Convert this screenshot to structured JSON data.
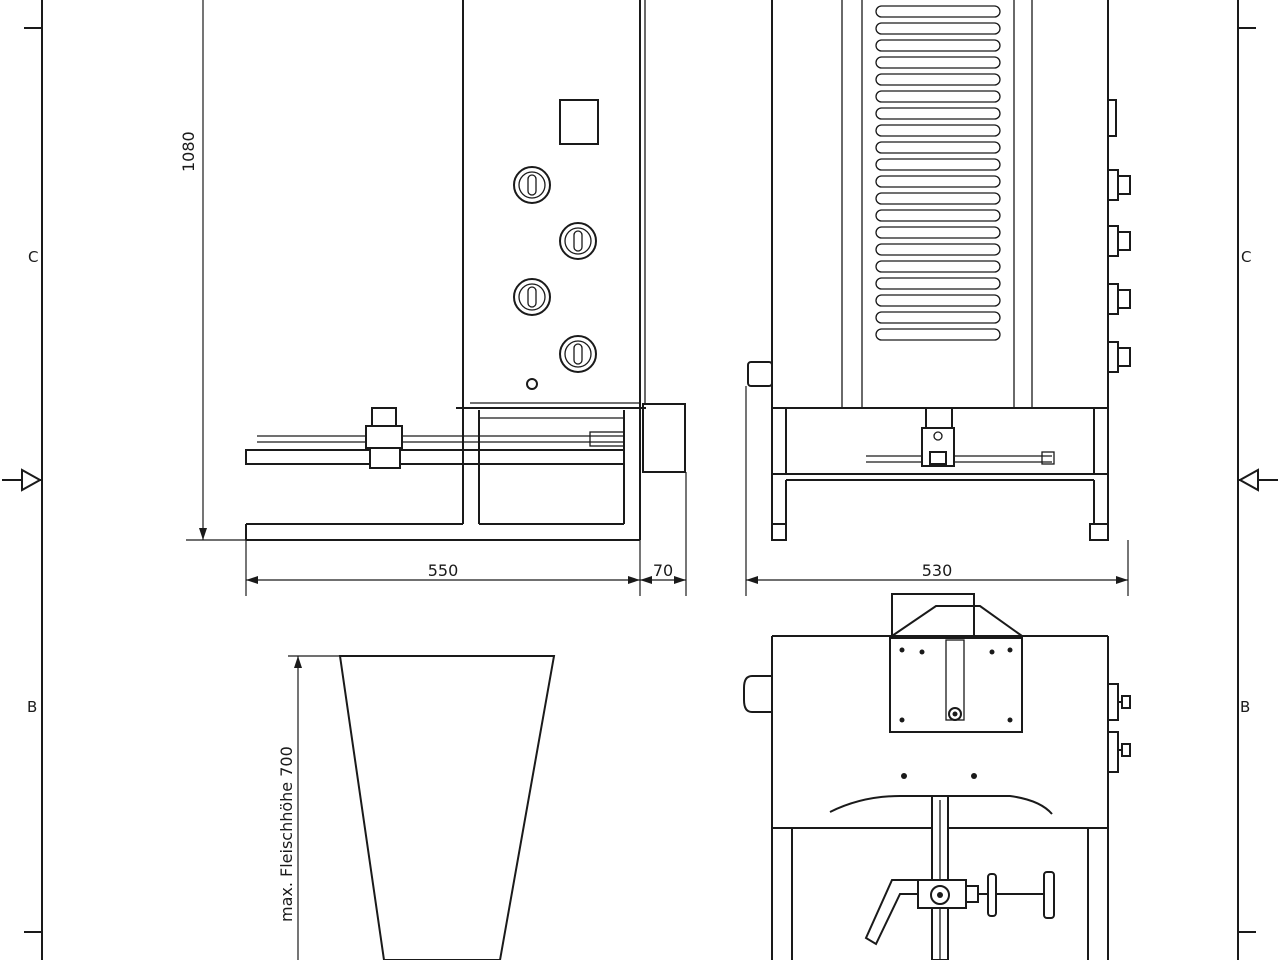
{
  "zones": {
    "left_c": "C",
    "left_b": "B",
    "right_c": "C",
    "right_b": "B"
  },
  "dimensions": {
    "height": "1080",
    "depth": "550",
    "depth_extra": "70",
    "width": "530",
    "meat_height": "max. Fleischhöhe 700"
  },
  "colors": {
    "line": "#1a1a1a",
    "background": "#ffffff"
  }
}
